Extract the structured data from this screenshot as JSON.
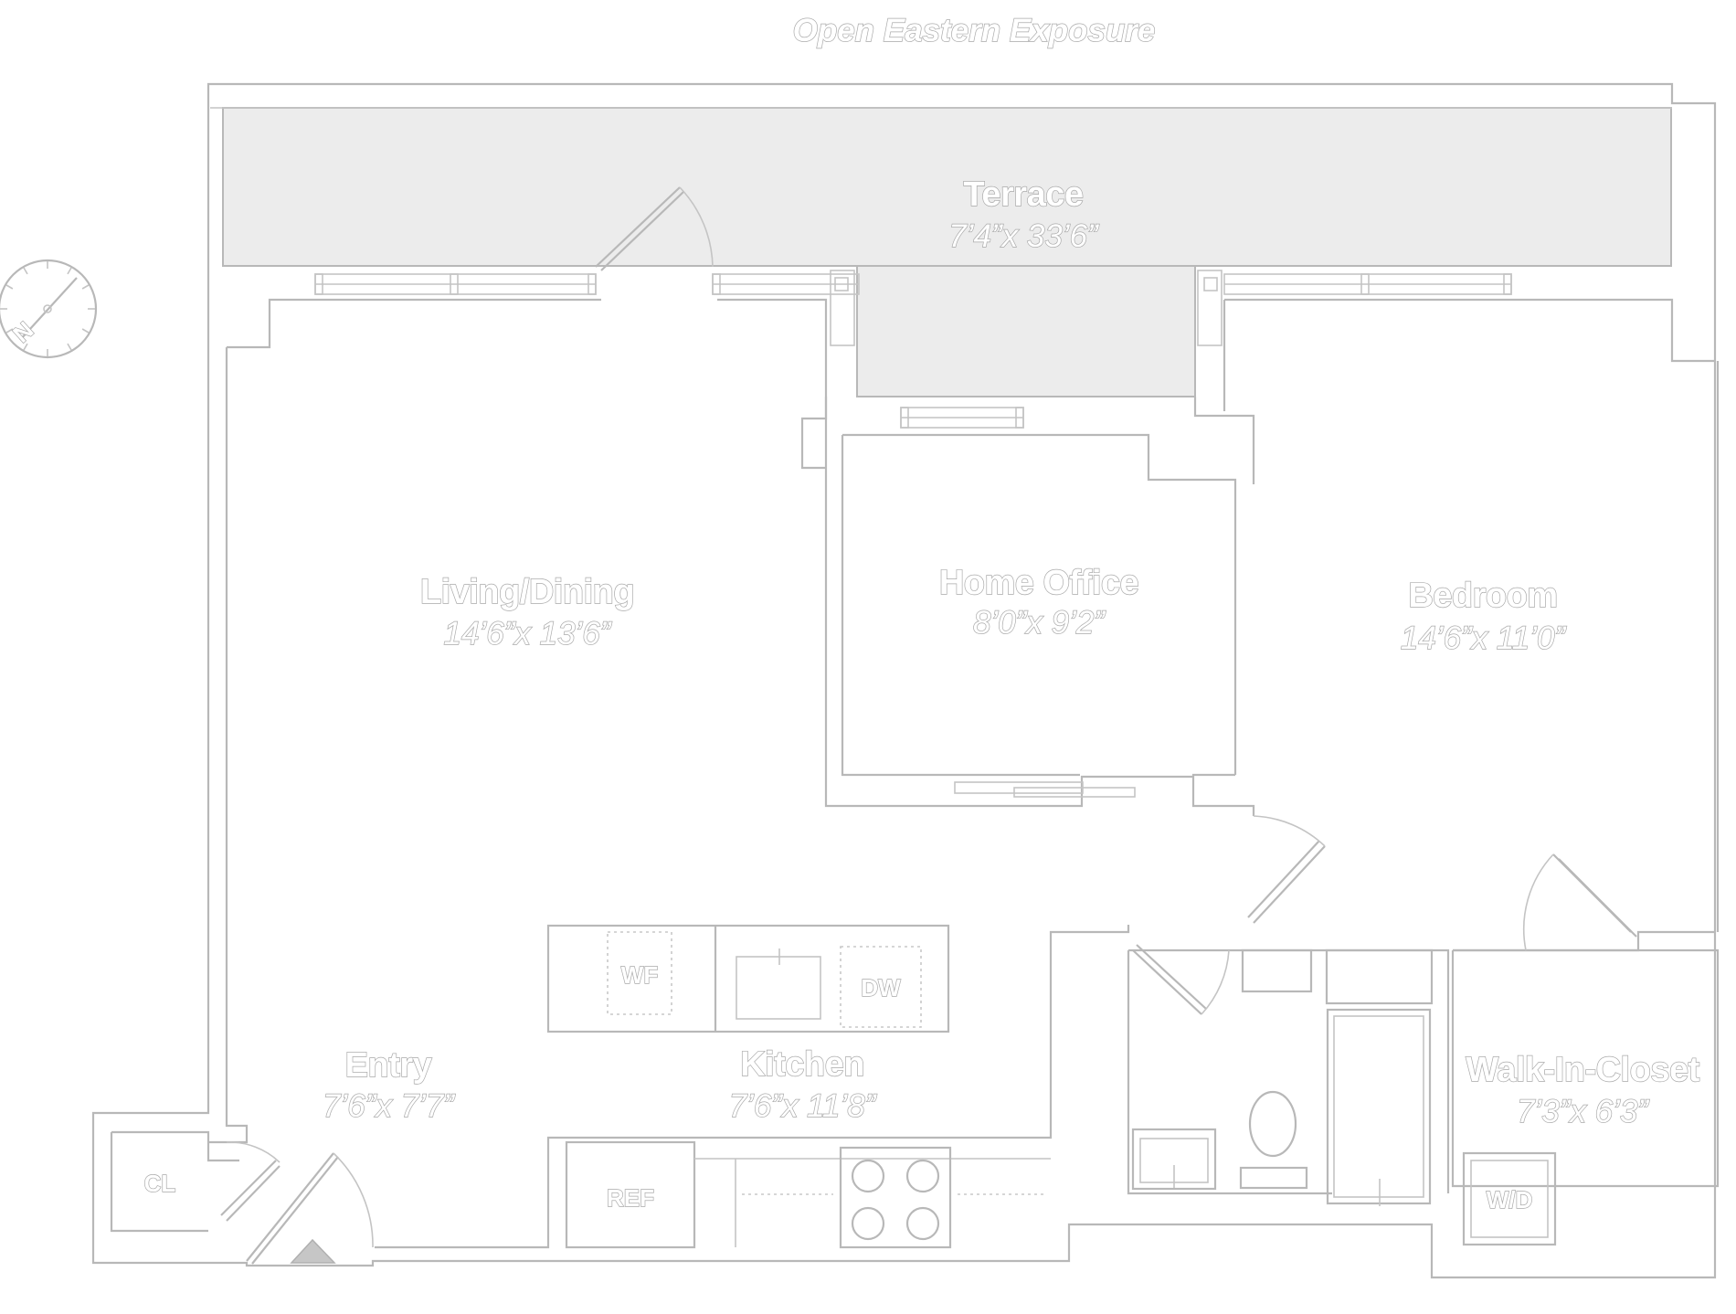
{
  "exposure_label": "Open Eastern Exposure",
  "rooms": {
    "terrace": {
      "name": "Terrace",
      "dims": "7’4”x 33’6”"
    },
    "living_dining": {
      "name": "Living/Dining",
      "dims": "14’6”x 13’6”"
    },
    "home_office": {
      "name": "Home Office",
      "dims": "8’0”x 9’2”"
    },
    "bedroom": {
      "name": "Bedroom",
      "dims": "14’6”x 11’0”"
    },
    "entry": {
      "name": "Entry",
      "dims": "7’6”x 7’7”"
    },
    "kitchen": {
      "name": "Kitchen",
      "dims": "7’6”x 11’8”"
    },
    "walk_in_closet": {
      "name": "Walk-In-Closet",
      "dims": "7’3”x 6’3”"
    }
  },
  "fixtures": {
    "closet": "CL",
    "wine_fridge": "WF",
    "dishwasher": "DW",
    "refrigerator": "REF",
    "washer_dryer": "W/D"
  },
  "compass_letter": "N",
  "colors": {
    "wall": "#b8b8b8",
    "terrace_fill": "#ececec",
    "entry_marker": "#c6c6c6"
  }
}
